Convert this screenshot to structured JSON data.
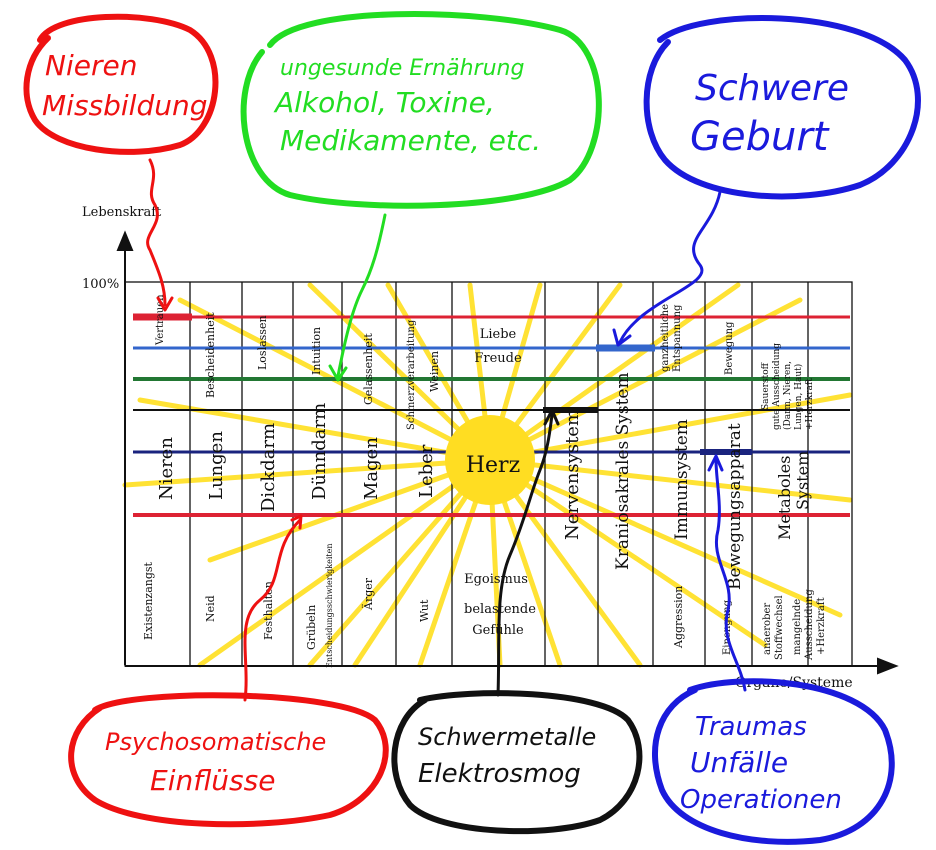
{
  "axes": {
    "y_label": "Lebenskraft",
    "x_label": "Organe/Systeme",
    "max_label": "100%"
  },
  "organs": [
    {
      "top": "Vertrauen",
      "organ": "Nieren",
      "bottom": "Existenzangst"
    },
    {
      "top": "Bescheidenheit",
      "organ": "Lungen",
      "bottom": "Neid"
    },
    {
      "top": "Loslassen",
      "organ": "Dickdarm",
      "bottom": "Festhalten"
    },
    {
      "top": "Intuition",
      "organ": "Dünndarm",
      "bottom": "Grübeln",
      "bottom2": "Entscheidungsschwierigkeiten"
    },
    {
      "top": "Gelassenheit",
      "organ": "Magen",
      "bottom": "Ärger"
    },
    {
      "top": "Schmerzverarbeitung",
      "top2": "Weinen",
      "organ": "Leber",
      "bottom": "Wut"
    },
    {
      "top": "Liebe",
      "top2": "Freude",
      "organ": "Herz",
      "bottom": "Egoismus",
      "bottom2": "belastende",
      "bottom3": "Gefühle"
    },
    {
      "top": "",
      "organ": "Nervensystem",
      "bottom": ""
    },
    {
      "top": "",
      "organ": "Kraniosakrales System",
      "bottom": ""
    },
    {
      "top": "ganzheitliche",
      "top2": "Entspannung",
      "organ": "Immunsystem",
      "bottom": "Aggression"
    },
    {
      "top": "Bewegung",
      "organ": "Bewegungsapparat",
      "bottom": "Einengung"
    },
    {
      "top": "Sauerstoff",
      "top2": "gute Ausscheidung",
      "top3": "(Darm, Nieren,",
      "top4": "Lungen, Haut)",
      "top5": "+Herzkraft",
      "organ": "Metaboles",
      "organ2": "System",
      "bottom": "anaerober",
      "bottom2": "Stoffwechsel",
      "bottom3": "mangelnde",
      "bottom4": "Ausscheidung",
      "bottom5": "+Herzkraft"
    }
  ],
  "bubbles": {
    "nieren": {
      "line1": "Nieren",
      "line2": "Missbildung",
      "color": "#ee1111"
    },
    "ernaehrung": {
      "line1": "ungesunde Ernährung",
      "line2": "Alkohol, Toxine,",
      "line3": "Medikamente, etc.",
      "color": "#22dd22"
    },
    "geburt": {
      "line1": "Schwere",
      "line2": "Geburt",
      "color": "#1a1adc"
    },
    "psycho": {
      "line1": "Psychosomatische",
      "line2": "Einflüsse",
      "color": "#ee1111"
    },
    "schwermetalle": {
      "line1": "Schwermetalle",
      "line2": "Elektrosmog",
      "color": "#111111"
    },
    "traumas": {
      "line1": "Traumas",
      "line2": "Unfälle",
      "line3": "Operationen",
      "color": "#1a1adc"
    }
  },
  "colors": {
    "sun": "#ffdd22",
    "ray": "#ffe234",
    "red_line": "#dd2233",
    "blue_line": "#3366cc",
    "green_line": "#227733",
    "navy_line": "#1a237e",
    "black_line": "#111111"
  }
}
